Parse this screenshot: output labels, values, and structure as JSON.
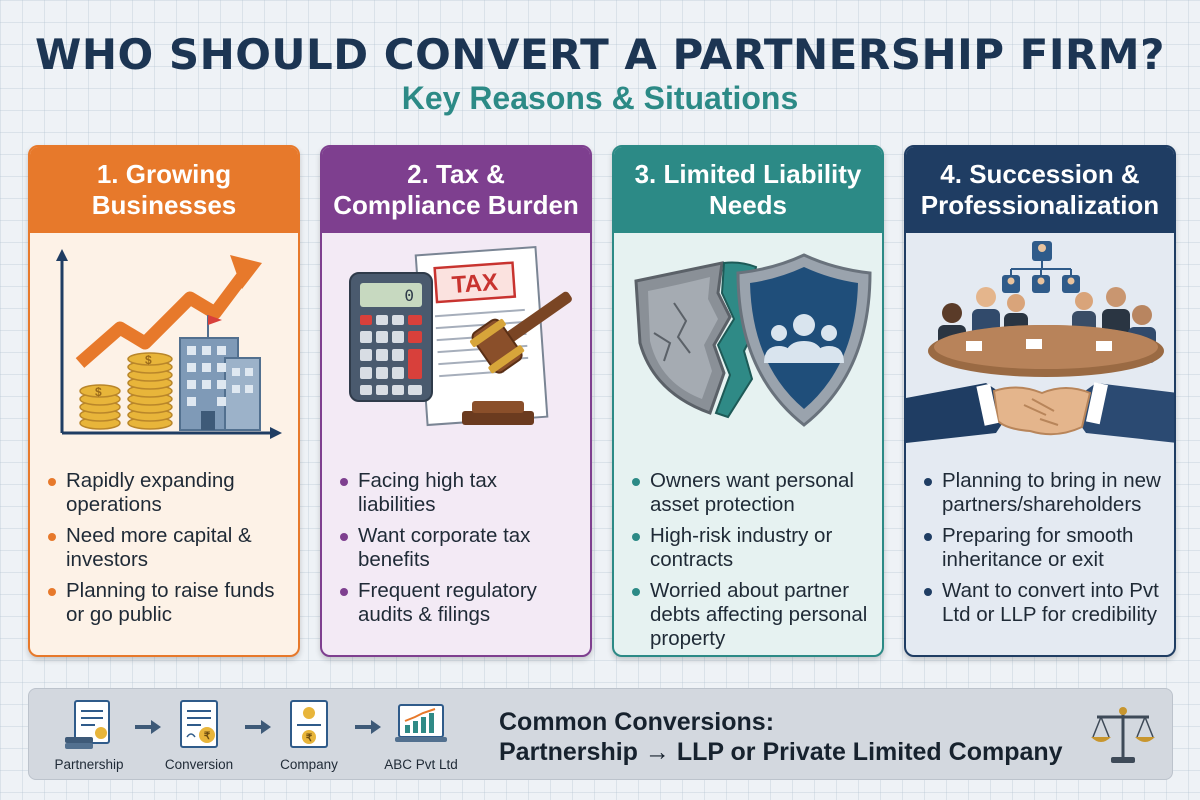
{
  "header": {
    "title": "WHO SHOULD CONVERT A PARTNERSHIP FIRM?",
    "subtitle": "Key Reasons & Situations"
  },
  "cards": [
    {
      "title": "1. Growing Businesses",
      "color": "#e7792b",
      "items": [
        "Rapidly expanding operations",
        "Need more capital & investors",
        "Planning to raise funds or go public"
      ]
    },
    {
      "title": "2. Tax & Compliance Burden",
      "color": "#7e3f8f",
      "tax_label": "TAX",
      "items": [
        "Facing high tax liabilities",
        "Want corporate tax benefits",
        "Frequent regulatory audits & filings"
      ]
    },
    {
      "title": "3. Limited Liability Needs",
      "color": "#2c8a86",
      "items": [
        "Owners want personal asset protection",
        "High-risk industry or contracts",
        "Worried about partner debts affecting personal property"
      ]
    },
    {
      "title": "4. Succession & Professionalization",
      "color": "#1f3d63",
      "items": [
        "Planning to bring in new partners/shareholders",
        "Preparing for smooth inheritance or exit",
        "Want to convert into Pvt Ltd or LLP for credibility"
      ]
    }
  ],
  "conversion": {
    "steps": [
      "Partnership",
      "Conversion",
      "Company",
      "ABC Pvt Ltd"
    ],
    "title_line1": "Common Conversions:",
    "title_line2": "Partnership → LLP or Private Limited Company"
  }
}
